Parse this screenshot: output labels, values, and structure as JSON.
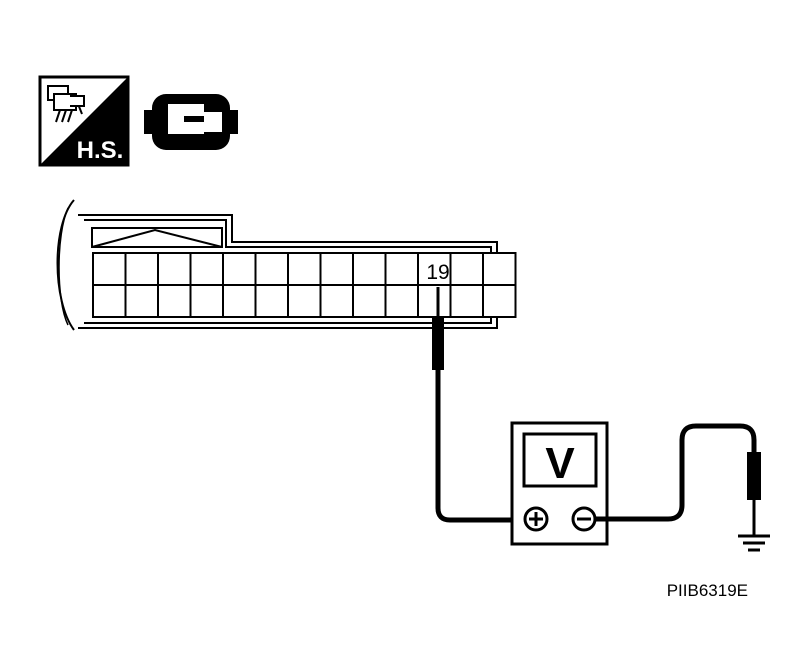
{
  "icons": {
    "harness_side_label": "H.S.",
    "harness_side_icon": "harness-side-icon",
    "connector_icon": "connector-icon"
  },
  "connector": {
    "terminal_label": "19",
    "rows": 2,
    "columns": 13
  },
  "meter": {
    "display_label": "V",
    "positive_symbol": "+",
    "negative_symbol": "−"
  },
  "figure_code": "PIIB6319E"
}
